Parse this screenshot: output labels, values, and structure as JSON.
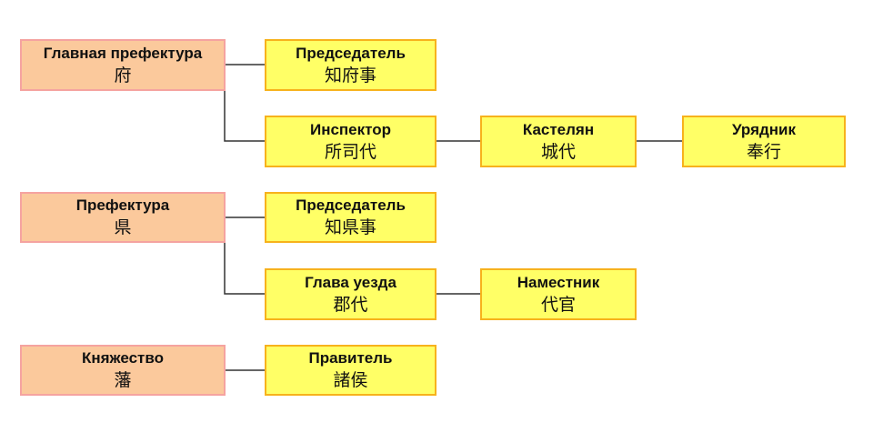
{
  "colors": {
    "division_fill": "#fbc99c",
    "division_border": "#f5a3a0",
    "office_fill": "#ffff66",
    "office_border": "#f7b21c",
    "line": "#333333"
  },
  "divisions": [
    {
      "ru": "Главная префектура",
      "jp": "府"
    },
    {
      "ru": "Префектура",
      "jp": "県"
    },
    {
      "ru": "Княжество",
      "jp": "藩"
    }
  ],
  "offices": [
    {
      "ru": "Председатель",
      "jp": "知府事"
    },
    {
      "ru": "Инспектор",
      "jp": "所司代"
    },
    {
      "ru": "Кастелян",
      "jp": "城代"
    },
    {
      "ru": "Урядник",
      "jp": "奉行"
    },
    {
      "ru": "Председатель",
      "jp": "知県事"
    },
    {
      "ru": "Глава уезда",
      "jp": "郡代"
    },
    {
      "ru": "Наместник",
      "jp": "代官"
    },
    {
      "ru": "Правитель",
      "jp": "諸侯"
    }
  ]
}
